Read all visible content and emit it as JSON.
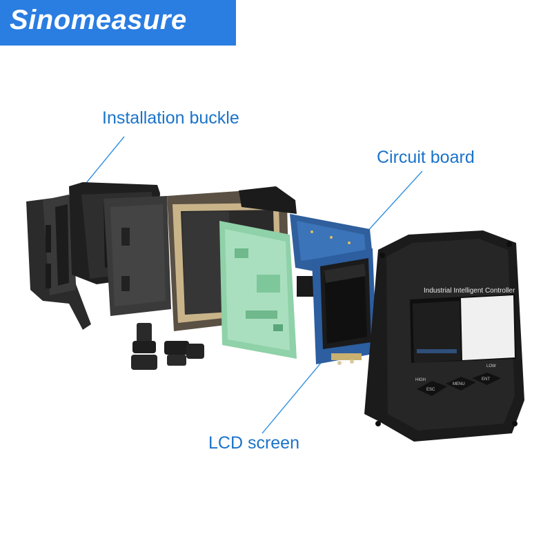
{
  "brand": {
    "name": "Sinomeasure",
    "color": "#2a7de1"
  },
  "callouts": {
    "installation_buckle": "Installation buckle",
    "circuit_board": "Circuit board",
    "lcd_screen": "LCD screen"
  },
  "device": {
    "panel_title": "Industrial Intelligent Controller",
    "indicators": {
      "high": "HIGH",
      "low": "LOW"
    },
    "buttons": [
      "ESC",
      "MENU",
      "ENT"
    ]
  },
  "colors": {
    "callout_text": "#1a73c9",
    "leader_line": "#2f8fe0"
  }
}
